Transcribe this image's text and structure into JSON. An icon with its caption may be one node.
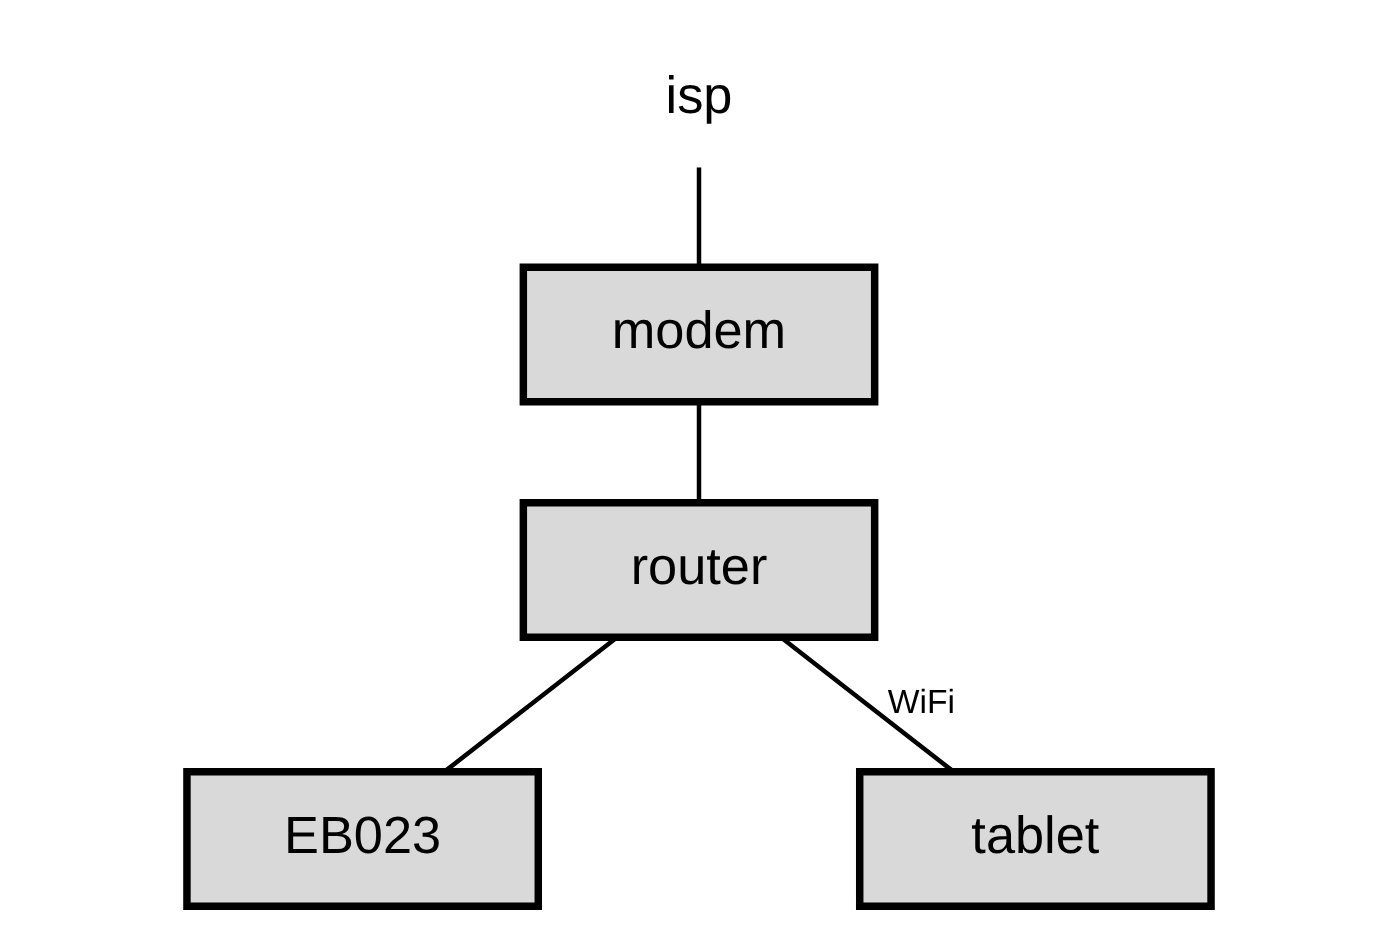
{
  "diagram": {
    "nodes": [
      {
        "text": [
          "isp"
        ]
      },
      {
        "text": [
          "modem"
        ]
      },
      {
        "text": [
          "router"
        ]
      },
      {
        "text": [
          "EB023"
        ]
      },
      {
        "text": [
          "tablet"
        ]
      }
    ],
    "edges": [
      {
        "from": 0,
        "to": 1,
        "arrow": "none"
      },
      {
        "from": 1,
        "to": 2,
        "arrow": "none"
      },
      {
        "from": 2,
        "to": 3,
        "arrow": "none"
      },
      {
        "from": 2,
        "to": 4,
        "arrow": "none",
        "label": "WiFi"
      }
    ]
  }
}
